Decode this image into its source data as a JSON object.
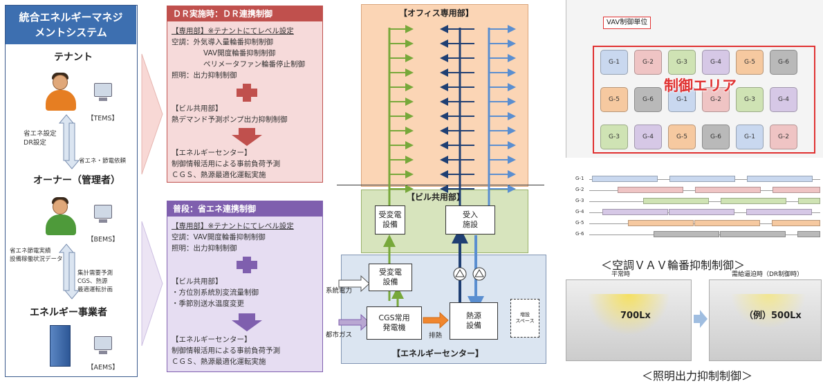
{
  "left": {
    "title_line1": "統合エネルギーマネジ",
    "title_line2": "メントシステム",
    "tenant": "テナント",
    "tems": "【TEMS】",
    "tenant_note1": "省エネ設定",
    "tenant_note2": "DR設定",
    "tenant_arrow_note": "省エネ・節電依頼",
    "owner": "オーナー（管理者）",
    "bems": "【BEMS】",
    "owner_note1": "省エネ節電実績",
    "owner_note2": "設備稼働状況データ",
    "owner_arrow_note1": "集計需要予測",
    "owner_arrow_note2": "CGS、熱源",
    "owner_arrow_note3": "最適運転計画",
    "energy_provider": "エネルギー事業者",
    "aems": "【AEMS】"
  },
  "dr_panel": {
    "title": "ＤＲ実施時：ＤＲ連携制御",
    "l1": "【専用部】※テナントにてレベル設定",
    "l2": "空調：外気導入量輪番抑制制御",
    "l3": "VAV開度輪番抑制制御",
    "l4": "ペリメータファン輪番停止制御",
    "l5": "照明：出力抑制制御",
    "l6": "【ビル共用部】",
    "l7": "熱デマンド予測ポンプ出力抑制制御",
    "l8": "【エネルギーセンター】",
    "l9": "制御情報活用による事前負荷予測",
    "l10": "ＣＧＳ、熱源最適化運転実施"
  },
  "normal_panel": {
    "title": "普段：省エネ連携制御",
    "l1": "【専用部】※テナントにてレベル設定",
    "l2": "空調：VAV開度輪番抑制制御",
    "l3": "照明：出力抑制制御",
    "l4": "【ビル共用部】",
    "l5": "・方位別系統別変流量制御",
    "l6": "・季節別送水温度変更",
    "l7": "【エネルギーセンター】",
    "l8": "制御情報活用による事前負荷予測",
    "l9": "ＣＧＳ、熱源最適化運転実施"
  },
  "center": {
    "office": "【オフィス専用部】",
    "common": "【ビル共用部】",
    "energy_center": "【エネルギーセンター】",
    "substation_top": "受変電\n設備",
    "receiving": "受入\n施設",
    "substation_bottom": "受変電\n設備",
    "cgs": "CGS常用\n発電機",
    "heat_source": "熱源\n設備",
    "space": "増設\nスペース",
    "grid_power": "系統電力",
    "city_gas": "都市ガス",
    "exhaust_heat": "排熱"
  },
  "right": {
    "vav_unit": "VAV制御単位",
    "control_area": "制御エリア",
    "zone_rows": [
      [
        "G-1",
        "G-2",
        "G-3",
        "G-4",
        "G-5",
        "G-6"
      ],
      [
        "G-5",
        "G-6",
        "G-1",
        "G-2",
        "G-3",
        "G-4"
      ],
      [
        "G-3",
        "G-4",
        "G-5",
        "G-6",
        "G-1",
        "G-2"
      ]
    ],
    "zone_colors": {
      "G-1": "#c9d8ef",
      "G-2": "#efc4c4",
      "G-3": "#cfe3b4",
      "G-4": "#d6c8e6",
      "G-5": "#f6c9a0",
      "G-6": "#b9b9b9"
    },
    "gantt_labels": [
      "G-1",
      "G-2",
      "G-3",
      "G-4",
      "G-5",
      "G-6"
    ],
    "vav_caption": "＜空調ＶＡＶ輪番抑制制御＞",
    "normal_label": "平常時",
    "dr_label": "需給逼迫時（DR制御時）",
    "lux_normal": "700Lx",
    "lux_dr": "（例）500Lx",
    "light_caption": "＜照明出力抑制制御＞"
  },
  "colors": {
    "left_title": "#3d6fb0",
    "dr_title": "#c0504d",
    "dr_bg": "#f6dada",
    "dr_arrow": "#c0504d",
    "normal_title": "#7f5fae",
    "normal_bg": "#e6ddf2",
    "normal_arrow": "#7f5fae",
    "office_bg": "#fbd5b5",
    "common_bg": "#d7e4bd",
    "energy_bg": "#dbe5f1",
    "arrow_green": "#77a83a",
    "arrow_navy": "#1f3f73",
    "arrow_blue": "#5a8ed0",
    "arrow_orange": "#f0862e",
    "arrow_purple": "#8064a2",
    "control_red": "#e03030"
  }
}
